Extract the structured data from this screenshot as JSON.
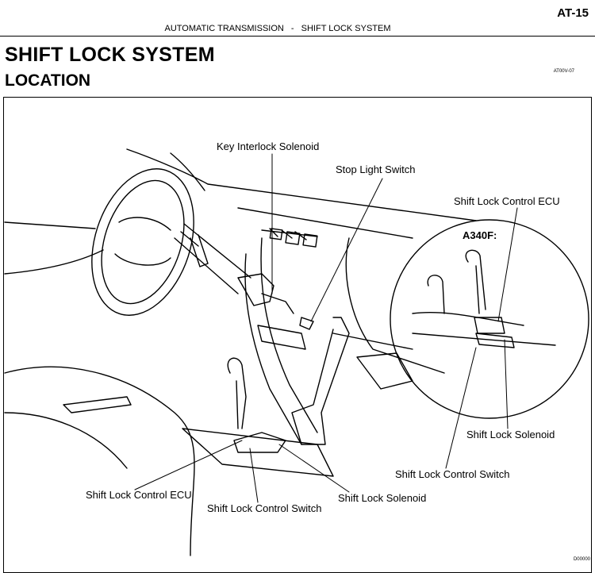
{
  "page": {
    "number": "AT-15",
    "header": {
      "chapter": "AUTOMATIC TRANSMISSION",
      "separator": "-",
      "section": "SHIFT LOCK SYSTEM"
    },
    "title": "SHIFT LOCK SYSTEM",
    "subtitle": "LOCATION",
    "ref_code": "AT00V-07"
  },
  "figure": {
    "callouts": {
      "key_interlock_solenoid": "Key Interlock Solenoid",
      "stop_light_switch": "Stop Light Switch",
      "ecu_inset": "Shift Lock Control ECU",
      "solenoid_inset": "Shift Lock Solenoid",
      "control_switch_inset": "Shift Lock Control Switch",
      "ecu_main": "Shift Lock Control ECU",
      "control_switch_main": "Shift Lock Control Switch",
      "solenoid_main": "Shift Lock Solenoid"
    },
    "inset_label": "A340F:",
    "fig_code": "D00000"
  }
}
